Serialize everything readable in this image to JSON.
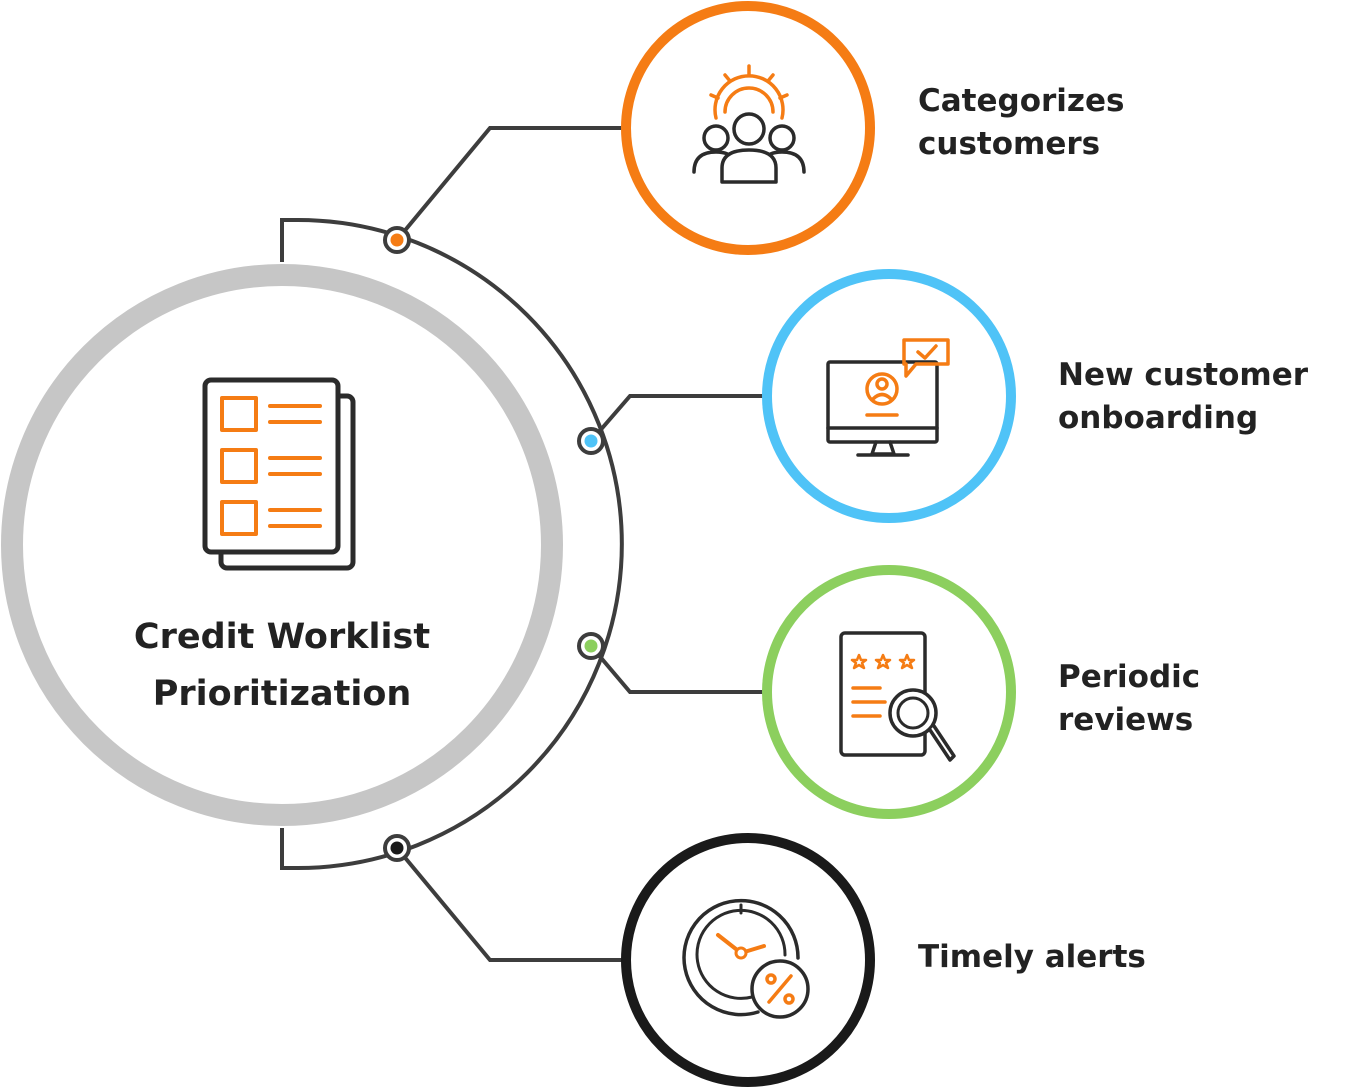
{
  "center": {
    "title_line1": "Credit Worklist",
    "title_line2": "Prioritization",
    "icon": "checklist-document-icon",
    "ring_color": "#c6c6c6"
  },
  "connector_color": "#3d3d3d",
  "items": [
    {
      "label_line1": "Categorizes",
      "label_line2": "customers",
      "icon": "team-gear-icon",
      "color": "#f57c14"
    },
    {
      "label_line1": "New customer",
      "label_line2": "onboarding",
      "icon": "monitor-user-check-icon",
      "color": "#4fc3f7"
    },
    {
      "label_line1": "Periodic",
      "label_line2": "reviews",
      "icon": "document-rating-search-icon",
      "color": "#8ccf5e"
    },
    {
      "label_line1": "Timely alerts",
      "label_line2": "",
      "icon": "clock-percent-icon",
      "color": "#1a1a1a"
    }
  ],
  "accent_color": "#f57c14",
  "icon_color": "#2b2b2b"
}
